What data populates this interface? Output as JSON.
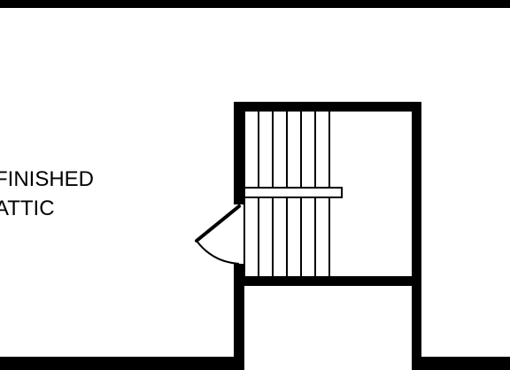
{
  "plan": {
    "room_label": {
      "line1": "FINISHED",
      "line2": "ATTIC"
    },
    "stair_treads_upper": 6,
    "stair_treads_lower": 6,
    "colors": {
      "wall": "#000000",
      "background": "#ffffff"
    }
  }
}
